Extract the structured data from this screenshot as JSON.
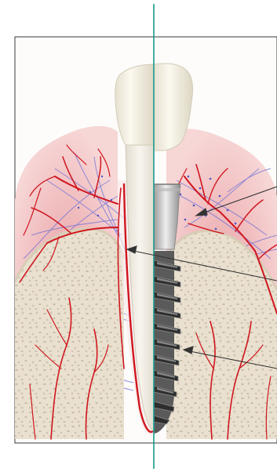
{
  "figure": {
    "kind": "dental-anatomy-comparison",
    "left_panel": "natural-tooth",
    "right_panel": "dental-implant",
    "colors": {
      "frame": "#3a3a3a",
      "divider": "#1a9a8e",
      "gum_outer": "#f4c9c9",
      "gum_inner": "#e79a9e",
      "bone": "#e9e0cf",
      "bone_speckle": "#c9bda7",
      "blood_vessel": "#d0161e",
      "nerve_fiber": "#6b6fd6",
      "crown": "#f5f0e3",
      "root": "#efeae0",
      "abutment": "#c8c8c8",
      "implant_thread": "#2e2e2e",
      "leader": "#333333"
    },
    "callouts": [
      {
        "id": "gum-fibers",
        "target": "implant-side-gum-fibers"
      },
      {
        "id": "periodontal-ligament",
        "target": "natural-root-ligament"
      },
      {
        "id": "bone",
        "target": "implant-side-bone"
      }
    ]
  }
}
